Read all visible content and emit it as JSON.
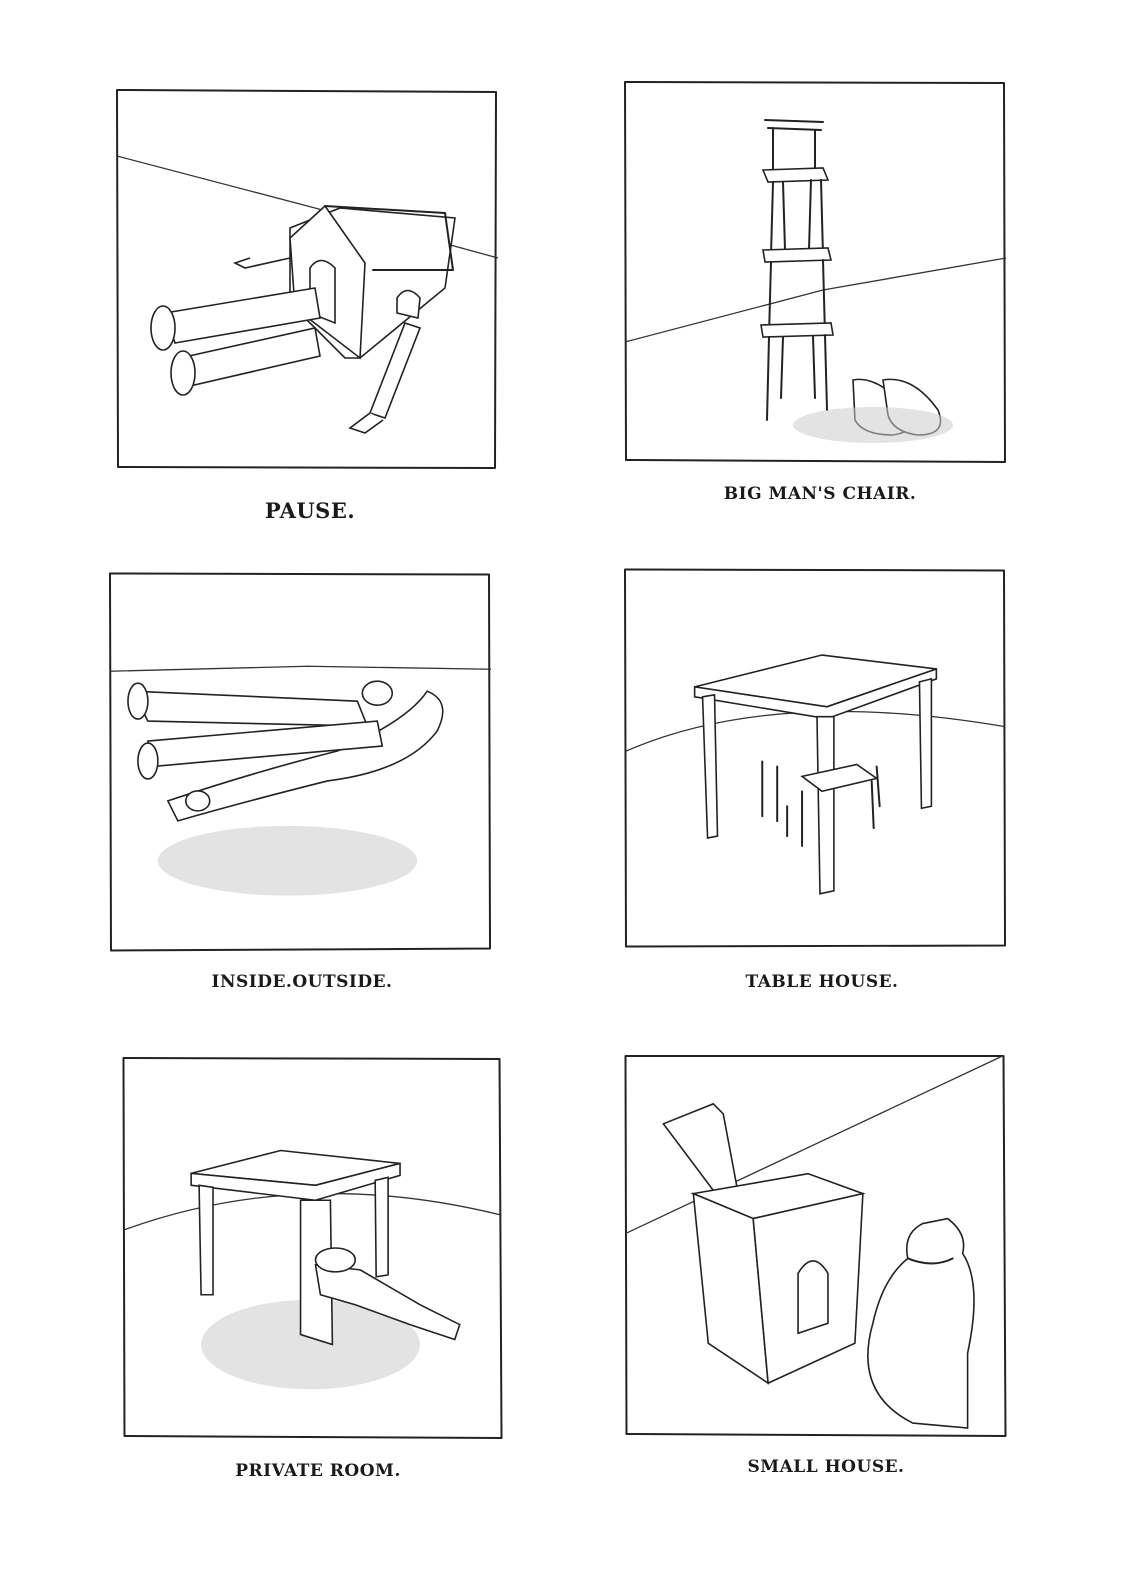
{
  "panels": [
    {
      "caption": "PAUSE."
    },
    {
      "caption": "BIG MAN'S CHAIR."
    },
    {
      "caption": "INSIDE.OUTSIDE."
    },
    {
      "caption": "TABLE HOUSE."
    },
    {
      "caption": "PRIVATE ROOM."
    },
    {
      "caption": "SMALL HOUSE."
    }
  ]
}
